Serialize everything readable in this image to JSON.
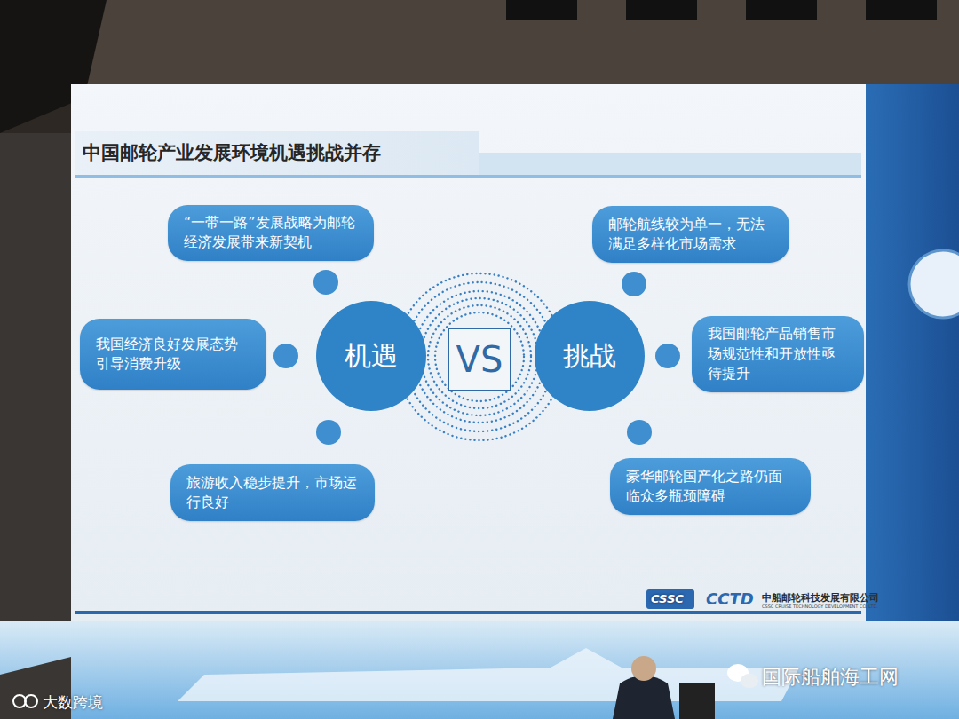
{
  "diagram": {
    "title": "中国邮轮产业发展环境机遇挑战并存",
    "nodes": [
      {
        "text": [
          "“一带一路”发展战略为邮轮经济发展带来新契机"
        ]
      },
      {
        "text": [
          "邮轮航线较为单一，无法满足多样化市场需求"
        ]
      },
      {
        "text": [
          "我国经济良好发展态势引导消费升级"
        ]
      },
      {
        "text": [
          "机遇"
        ]
      },
      {
        "text": [
          "VS"
        ]
      },
      {
        "text": [
          "挑战"
        ]
      },
      {
        "text": [
          "我国邮轮产品销售市场规范性和开放性亟待提升"
        ]
      },
      {
        "text": [
          "旅游收入稳步提升，市场运行良好"
        ]
      },
      {
        "text": [
          "豪华邮轮国产化之路仍面临众多瓶颈障碍"
        ]
      }
    ],
    "labels": [
      "CSSC",
      "CCTD",
      "中船邮轮科技发展有限公司",
      "CSSC CRUISE TECHNOLOGY DEVELOPMENT CO.,LTD.",
      "大数跨境",
      "国际船舶海工网"
    ]
  }
}
